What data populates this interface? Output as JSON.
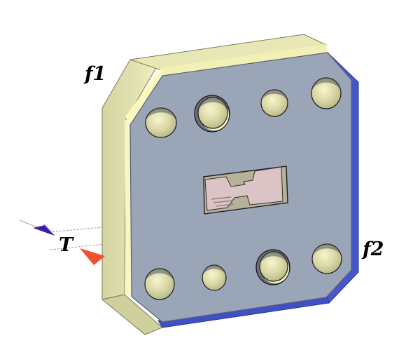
{
  "labels": {
    "face1": "f1",
    "face2": "f2",
    "thickness": "T"
  },
  "colors": {
    "front_face": "#9aa6b8",
    "side_face": "#dfe0a8",
    "bevel_highlight": "#fbf9be",
    "back_edge": "#3b4cc0",
    "hole_fill": "#e3e2b0",
    "slot_fill": "#dcc3c6",
    "arrow_top": "#3c1fa6",
    "arrow_bottom": "#f2502c"
  },
  "holes": [
    {
      "id": "top-left-hole"
    },
    {
      "id": "top-center-left-hole",
      "counterbore": true
    },
    {
      "id": "top-center-right-hole"
    },
    {
      "id": "top-right-hole"
    },
    {
      "id": "bottom-left-hole"
    },
    {
      "id": "bottom-center-left-hole"
    },
    {
      "id": "bottom-center-right-hole",
      "counterbore": true
    },
    {
      "id": "bottom-right-hole"
    }
  ]
}
